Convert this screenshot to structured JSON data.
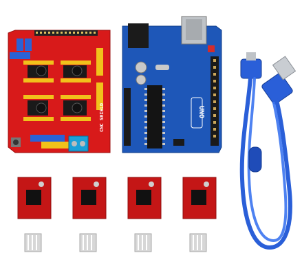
{
  "scene": {
    "background": "#ffffff",
    "items": [
      "cnc-shield",
      "uno-board",
      "usb-cable",
      "stepper-driver",
      "stepper-driver",
      "stepper-driver",
      "stepper-driver",
      "heatsink",
      "heatsink",
      "heatsink",
      "heatsink"
    ]
  },
  "cnc_shield": {
    "label": "CNC SHIELD",
    "color": "#d81a1a"
  },
  "uno_board": {
    "label": "UNO",
    "color": "#1e57b8"
  },
  "usb_cable": {
    "color": "#2a5fd8"
  },
  "stepper_driver": {
    "color": "#c41616"
  },
  "heatsink": {
    "color": "#d7d7d7"
  }
}
